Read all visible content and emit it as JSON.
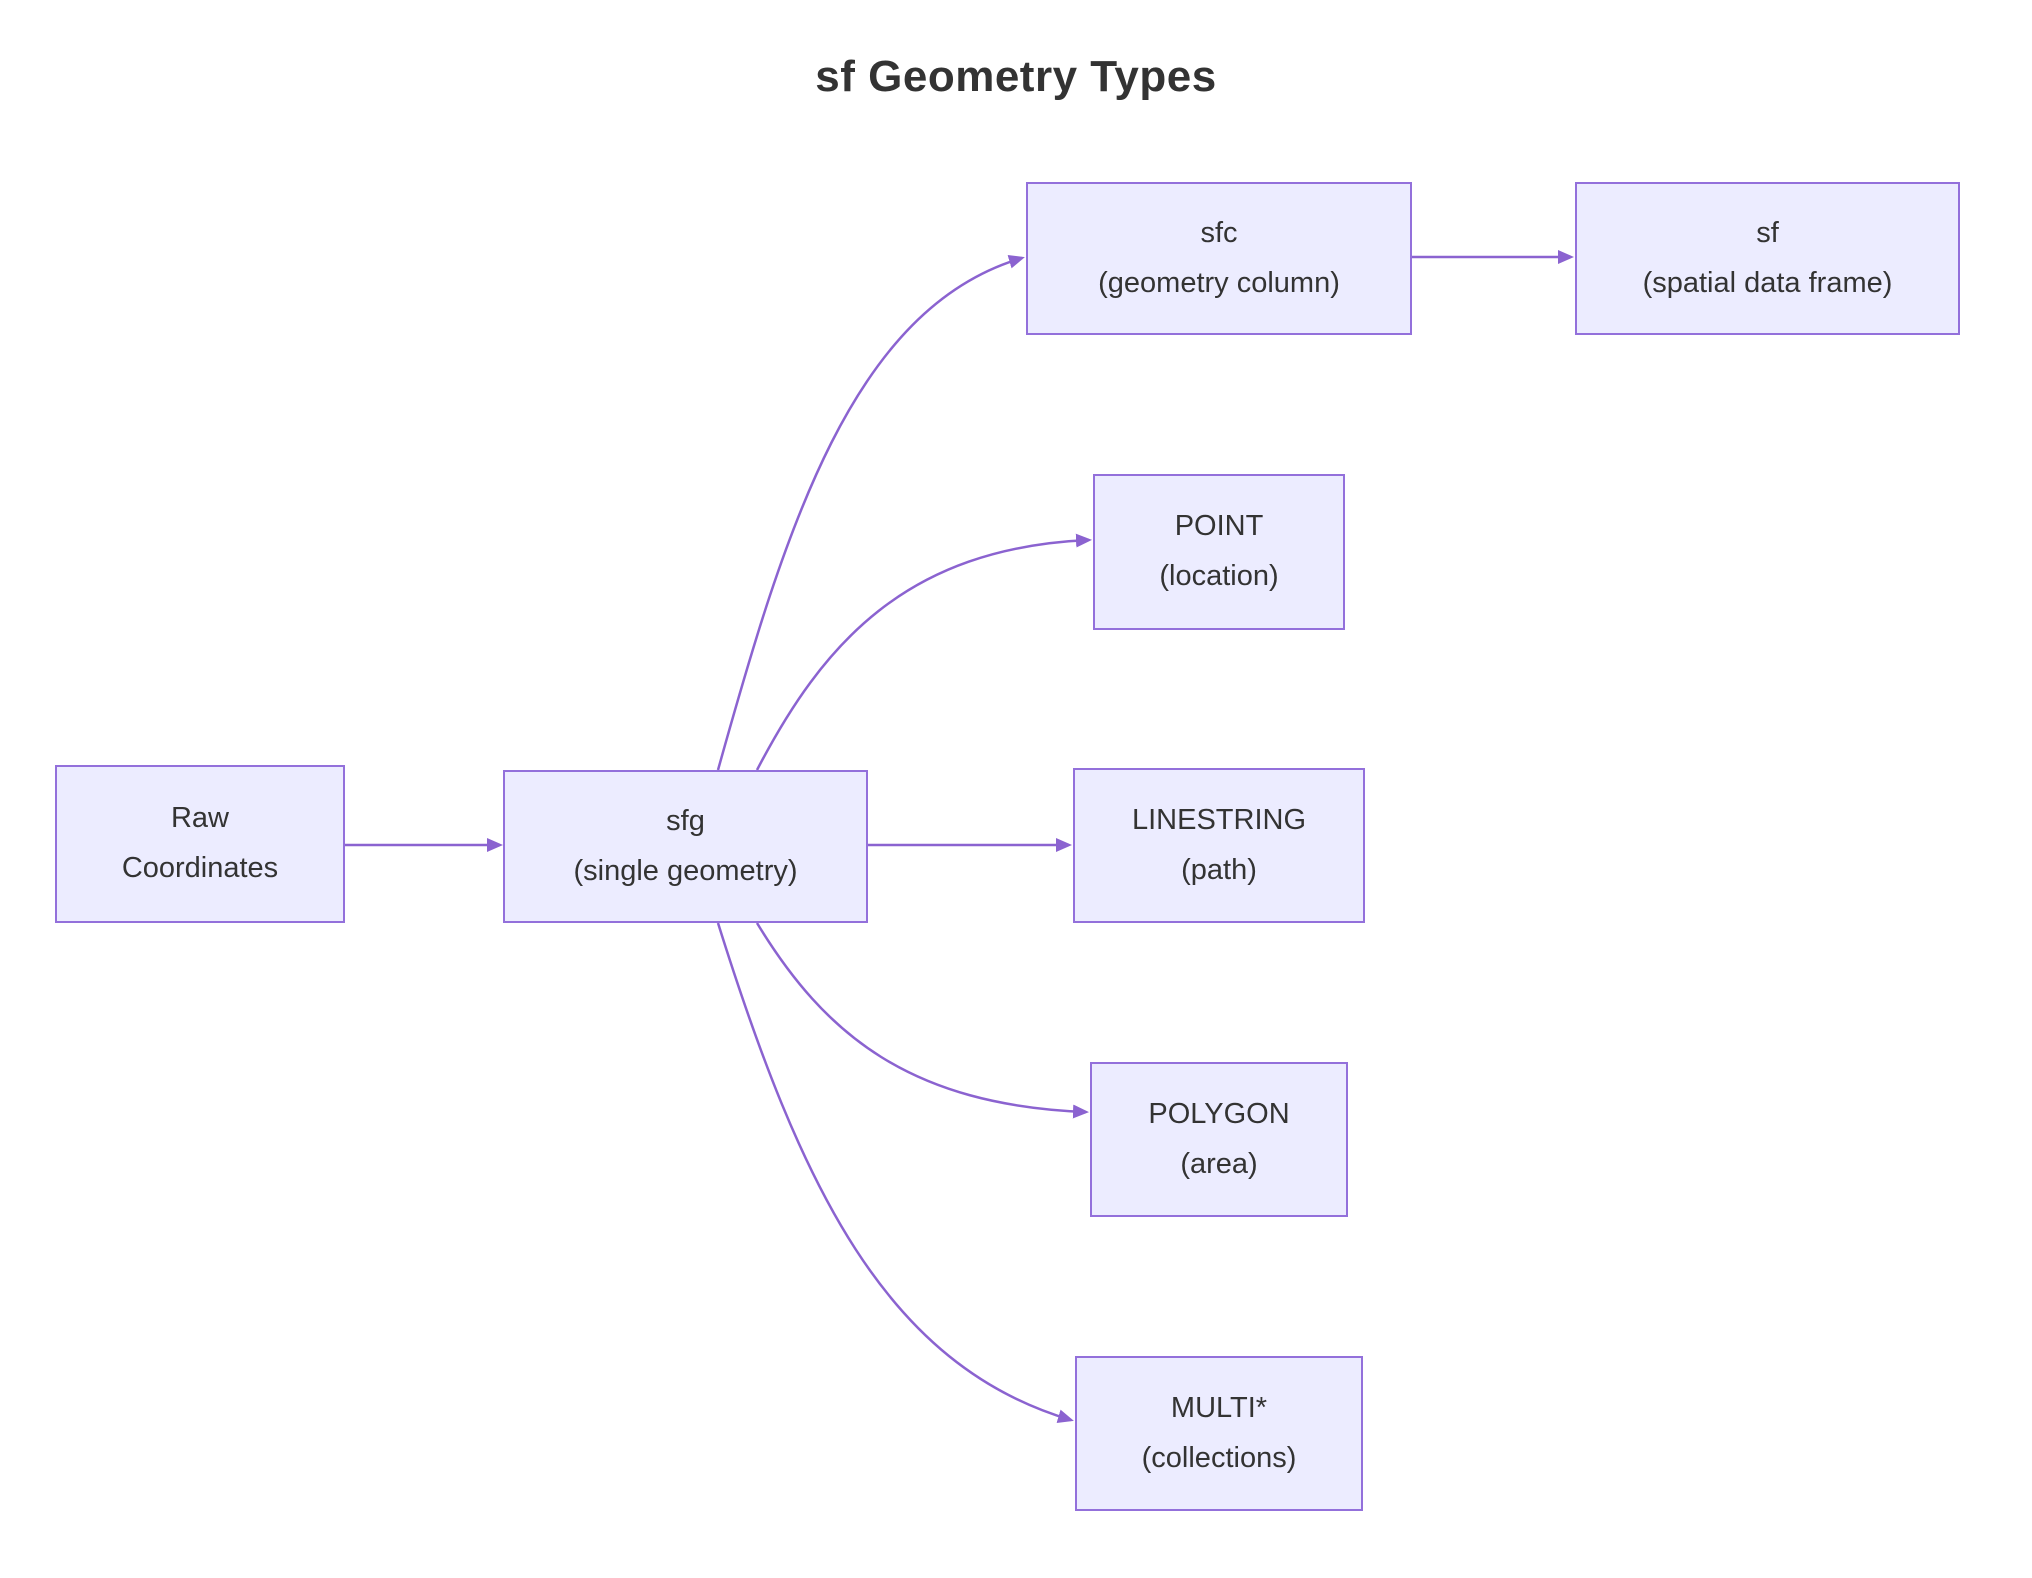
{
  "title": "sf Geometry Types",
  "colors": {
    "node_fill": "#ECECFF",
    "node_border": "#9370DB",
    "edge": "#8B63D0",
    "text": "#333333"
  },
  "nodes": {
    "raw": {
      "line1": "Raw",
      "line2": "Coordinates"
    },
    "sfg": {
      "line1": "sfg",
      "line2": "(single geometry)"
    },
    "sfc": {
      "line1": "sfc",
      "line2": "(geometry column)"
    },
    "sf": {
      "line1": "sf",
      "line2": "(spatial data frame)"
    },
    "point": {
      "line1": "POINT",
      "line2": "(location)"
    },
    "linestring": {
      "line1": "LINESTRING",
      "line2": "(path)"
    },
    "polygon": {
      "line1": "POLYGON",
      "line2": "(area)"
    },
    "multi": {
      "line1": "MULTI*",
      "line2": "(collections)"
    }
  },
  "edges": [
    {
      "from": "Raw Coordinates",
      "to": "sfg"
    },
    {
      "from": "sfg",
      "to": "sfc"
    },
    {
      "from": "sfc",
      "to": "sf"
    },
    {
      "from": "sfg",
      "to": "POINT"
    },
    {
      "from": "sfg",
      "to": "LINESTRING"
    },
    {
      "from": "sfg",
      "to": "POLYGON"
    },
    {
      "from": "sfg",
      "to": "MULTI*"
    }
  ]
}
